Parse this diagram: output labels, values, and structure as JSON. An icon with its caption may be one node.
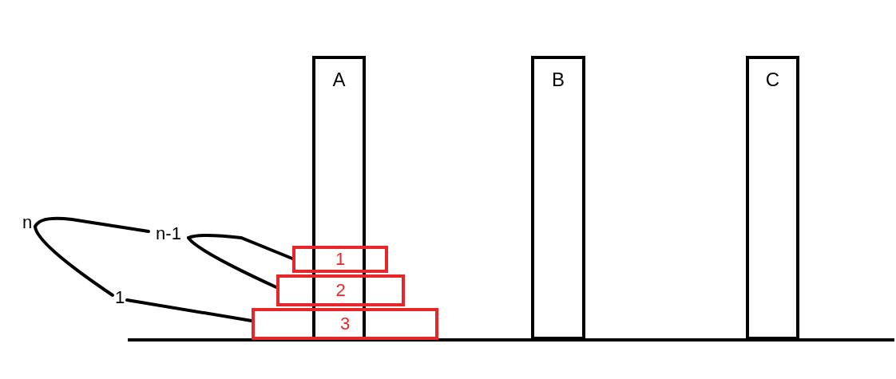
{
  "diagram": {
    "nodes": [
      {
        "text": [
          "A"
        ]
      },
      {
        "text": [
          "B"
        ]
      },
      {
        "text": [
          "C"
        ]
      },
      {
        "text": [
          "1"
        ]
      },
      {
        "text": [
          "2"
        ]
      },
      {
        "text": [
          "3"
        ]
      },
      {
        "text": [
          "n"
        ]
      },
      {
        "text": [
          "n-1"
        ]
      },
      {
        "text": [
          "1"
        ]
      }
    ],
    "edges": [
      {
        "from": 6,
        "to": 7,
        "arrow": "none"
      },
      {
        "from": 6,
        "to": 8,
        "arrow": "none"
      },
      {
        "from": 7,
        "to": 3,
        "arrow": "none"
      },
      {
        "from": 7,
        "to": 4,
        "arrow": "none"
      },
      {
        "from": 8,
        "to": 5,
        "arrow": "none"
      }
    ]
  }
}
